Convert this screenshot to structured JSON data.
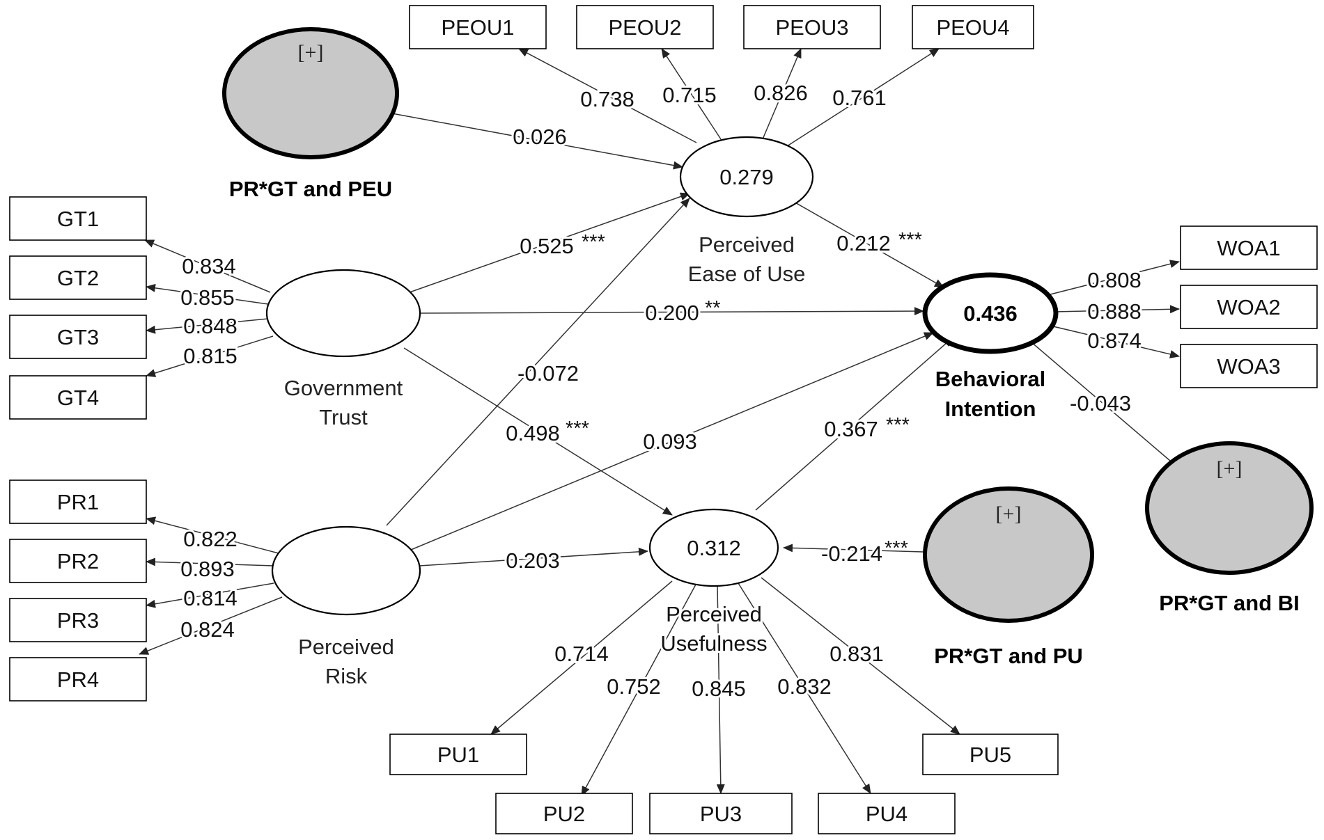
{
  "indicators": {
    "PEOU1": "PEOU1",
    "PEOU2": "PEOU2",
    "PEOU3": "PEOU3",
    "PEOU4": "PEOU4",
    "GT1": "GT1",
    "GT2": "GT2",
    "GT3": "GT3",
    "GT4": "GT4",
    "PR1": "PR1",
    "PR2": "PR2",
    "PR3": "PR3",
    "PR4": "PR4",
    "WOA1": "WOA1",
    "WOA2": "WOA2",
    "WOA3": "WOA3",
    "PU1": "PU1",
    "PU2": "PU2",
    "PU3": "PU3",
    "PU4": "PU4",
    "PU5": "PU5"
  },
  "constructs": {
    "peou": {
      "value": "0.279",
      "label_line1": "Perceived",
      "label_line2": "Ease of Use"
    },
    "gt": {
      "label_line1": "Government",
      "label_line2": "Trust"
    },
    "pr": {
      "label_line1": "Perceived",
      "label_line2": "Risk"
    },
    "pu": {
      "value": "0.312",
      "label_line1": "Perceived",
      "label_line2": "Usefulness"
    },
    "bi": {
      "value": "0.436",
      "label_line1": "Behavioral",
      "label_line2": "Intention"
    }
  },
  "moderators": {
    "peu": {
      "label": "PR*GT and PEU",
      "symbol": "[+]"
    },
    "pu": {
      "label": "PR*GT and PU",
      "symbol": "[+]"
    },
    "bi": {
      "label": "PR*GT and BI",
      "symbol": "[+]"
    }
  },
  "loadings": {
    "peou": [
      "0.738",
      "0.715",
      "0.826",
      "0.761"
    ],
    "gt": [
      "0.834",
      "0.855",
      "0.848",
      "0.815"
    ],
    "pr": [
      "0.822",
      "0.893",
      "0.814",
      "0.824"
    ],
    "woa": [
      "0.808",
      "0.888",
      "0.874"
    ],
    "pu": [
      "0.714",
      "0.752",
      "0.845",
      "0.832",
      "0.831"
    ]
  },
  "paths": {
    "mod_peu_to_peou": {
      "value": "0.026",
      "stars": ""
    },
    "gt_to_peou": {
      "value": "0.525",
      "stars": "***"
    },
    "peou_to_bi": {
      "value": "0.212",
      "stars": "***"
    },
    "gt_to_bi": {
      "value": "0.200",
      "stars": "**"
    },
    "pr_to_peou": {
      "value": "-0.072",
      "stars": ""
    },
    "gt_to_pu": {
      "value": "0.498",
      "stars": "***"
    },
    "pr_to_bi": {
      "value": "0.093",
      "stars": ""
    },
    "pu_to_bi": {
      "value": "0.367",
      "stars": "***"
    },
    "mod_bi_to_bi": {
      "value": "-0.043",
      "stars": ""
    },
    "pr_to_pu": {
      "value": "0.203",
      "stars": ""
    },
    "mod_pu_to_pu": {
      "value": "-0.214",
      "stars": "***"
    }
  }
}
